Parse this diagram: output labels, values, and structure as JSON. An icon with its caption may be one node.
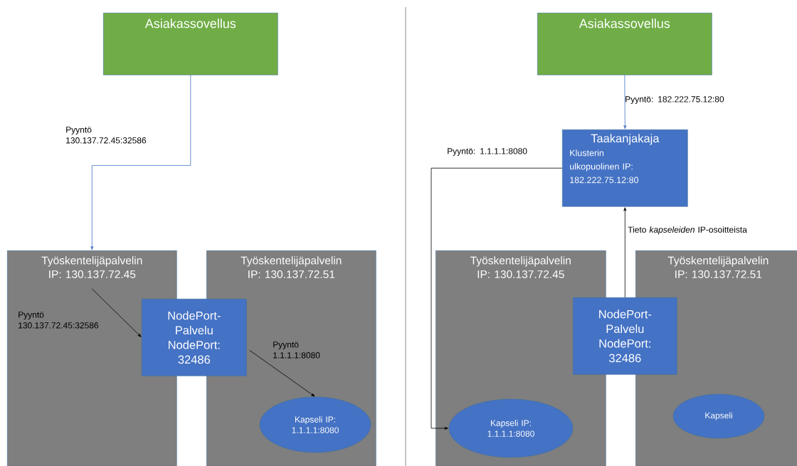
{
  "diagram": {
    "nodes": [
      {
        "text": [
          "Asiakassovellus"
        ]
      },
      {
        "text": [
          "Työskentelijäpalvelin IP: 130.137.72.45"
        ]
      },
      {
        "text": [
          "Työskentelijäpalvelin IP: 130.137.72.51"
        ]
      },
      {
        "text": [
          "NodePort-Palvelu NodePort: 32486"
        ]
      },
      {
        "text": [
          "Kapseli IP: 1.1.1.1:8080"
        ],
        "in": 2
      },
      {
        "text": [
          "Asiakassovellus"
        ]
      },
      {
        "text": [
          "Taakanjakaja",
          "Klusterin ulkopuolinen IP: 182.222.75.12:80"
        ]
      },
      {
        "text": [
          "Työskentelijäpalvelin IP: 130.137.72.45"
        ]
      },
      {
        "text": [
          "Työskentelijäpalvelin IP: 130.137.72.51"
        ]
      },
      {
        "text": [
          "NodePort-Palvelu NodePort: 32486"
        ]
      },
      {
        "text": [
          "Kapseli IP: 1.1.1.1:8080"
        ],
        "in": 7
      },
      {
        "text": [
          "Kapseli"
        ],
        "in": 8
      }
    ],
    "edges": [
      {
        "from": 0,
        "to": 1,
        "arrow": "to",
        "label": "Pyyntö 130.137.72.45:32586",
        "color": "#4472c4"
      },
      {
        "from": 1,
        "to": 3,
        "arrow": "to",
        "label": "Pyyntö 130.137.72.45:32586"
      },
      {
        "from": 3,
        "to": 4,
        "arrow": "to",
        "label": "Pyyntö 1.1.1.1:8080"
      },
      {
        "from": 5,
        "to": 6,
        "arrow": "to",
        "label": "Pyyntö:  182.222.75.12:80",
        "color": "#4472c4"
      },
      {
        "from": 9,
        "to": 6,
        "arrow": "to",
        "label": "Tieto *kapseleiden* IP-osoitteista"
      },
      {
        "from": 6,
        "to": 10,
        "arrow": "to",
        "label": "Pyyntö:  1.1.1.1:8080"
      }
    ]
  }
}
